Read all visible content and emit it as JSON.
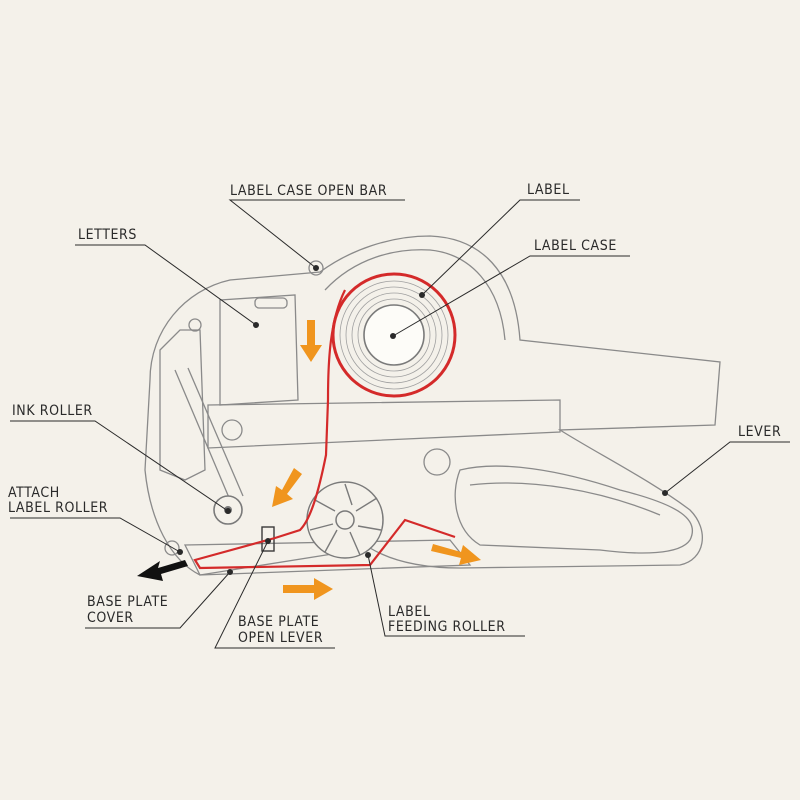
{
  "labels": {
    "label_case_open_bar": "LABEL CASE OPEN BAR",
    "label": "LABEL",
    "label_case": "LABEL CASE",
    "letters": "LETTERS",
    "ink_roller": "INK ROLLER",
    "attach_label_roller_1": "ATTACH",
    "attach_label_roller_2": "LABEL ROLLER",
    "lever": "LEVER",
    "base_plate_cover_1": "BASE PLATE",
    "base_plate_cover_2": "COVER",
    "base_plate_open_lever_1": "BASE PLATE",
    "base_plate_open_lever_2": "OPEN LEVER",
    "label_feeding_roller_1": "LABEL",
    "label_feeding_roller_2": "FEEDING ROLLER"
  },
  "colors": {
    "label_path": "#d42a2a",
    "arrow": "#f0951e",
    "exit_arrow": "#111111",
    "outline": "#8a8a8a"
  }
}
